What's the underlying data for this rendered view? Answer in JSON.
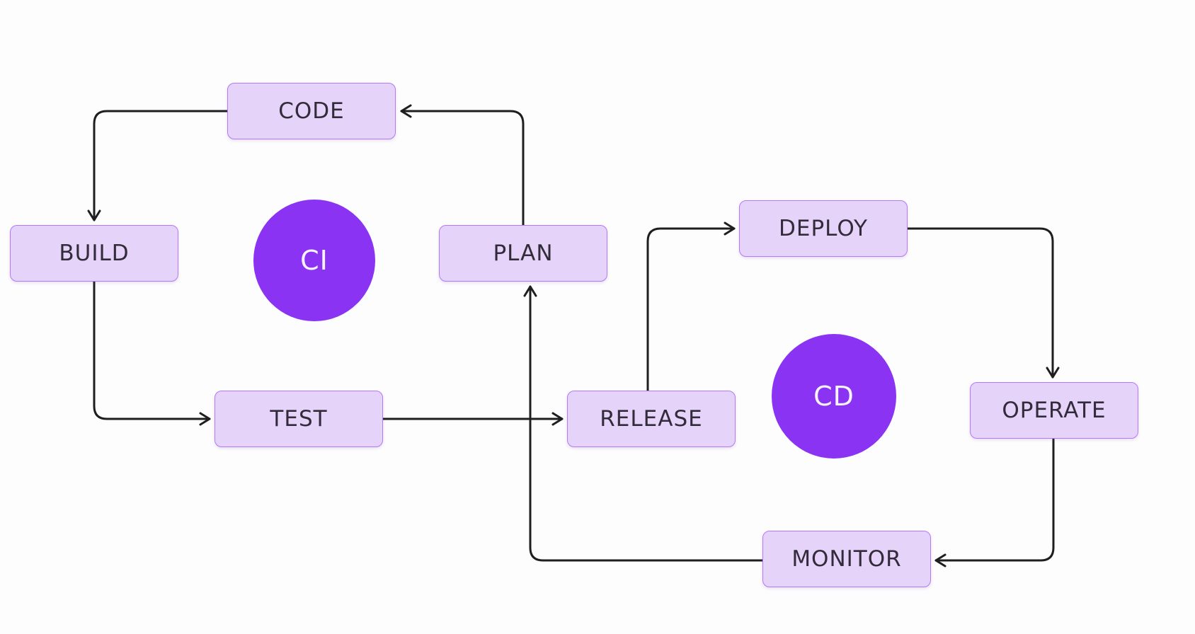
{
  "diagram": {
    "type": "flowchart",
    "colors": {
      "background": "#fdfdfd",
      "node-fill": "#e6d3fa",
      "node-border": "#b37af2",
      "node-text": "#322b3a",
      "line": "#1e1e20",
      "badge-fill": "#8a33f2",
      "badge-text": "#f8f4ff"
    },
    "nodes": [
      {
        "id": "code",
        "label": "CODE"
      },
      {
        "id": "build",
        "label": "BUILD"
      },
      {
        "id": "plan",
        "label": "PLAN"
      },
      {
        "id": "test",
        "label": "TEST"
      },
      {
        "id": "release",
        "label": "RELEASE"
      },
      {
        "id": "deploy",
        "label": "DEPLOY"
      },
      {
        "id": "operate",
        "label": "OPERATE"
      },
      {
        "id": "monitor",
        "label": "MONITOR"
      }
    ],
    "badges": [
      {
        "id": "ci",
        "label": "CI"
      },
      {
        "id": "cd",
        "label": "CD"
      }
    ],
    "edges": [
      {
        "from": "PLAN",
        "to": "CODE"
      },
      {
        "from": "CODE",
        "to": "BUILD"
      },
      {
        "from": "BUILD",
        "to": "TEST"
      },
      {
        "from": "TEST",
        "to": "RELEASE"
      },
      {
        "from": "RELEASE",
        "to": "DEPLOY"
      },
      {
        "from": "DEPLOY",
        "to": "OPERATE"
      },
      {
        "from": "OPERATE",
        "to": "MONITOR"
      },
      {
        "from": "MONITOR",
        "to": "PLAN"
      }
    ]
  }
}
